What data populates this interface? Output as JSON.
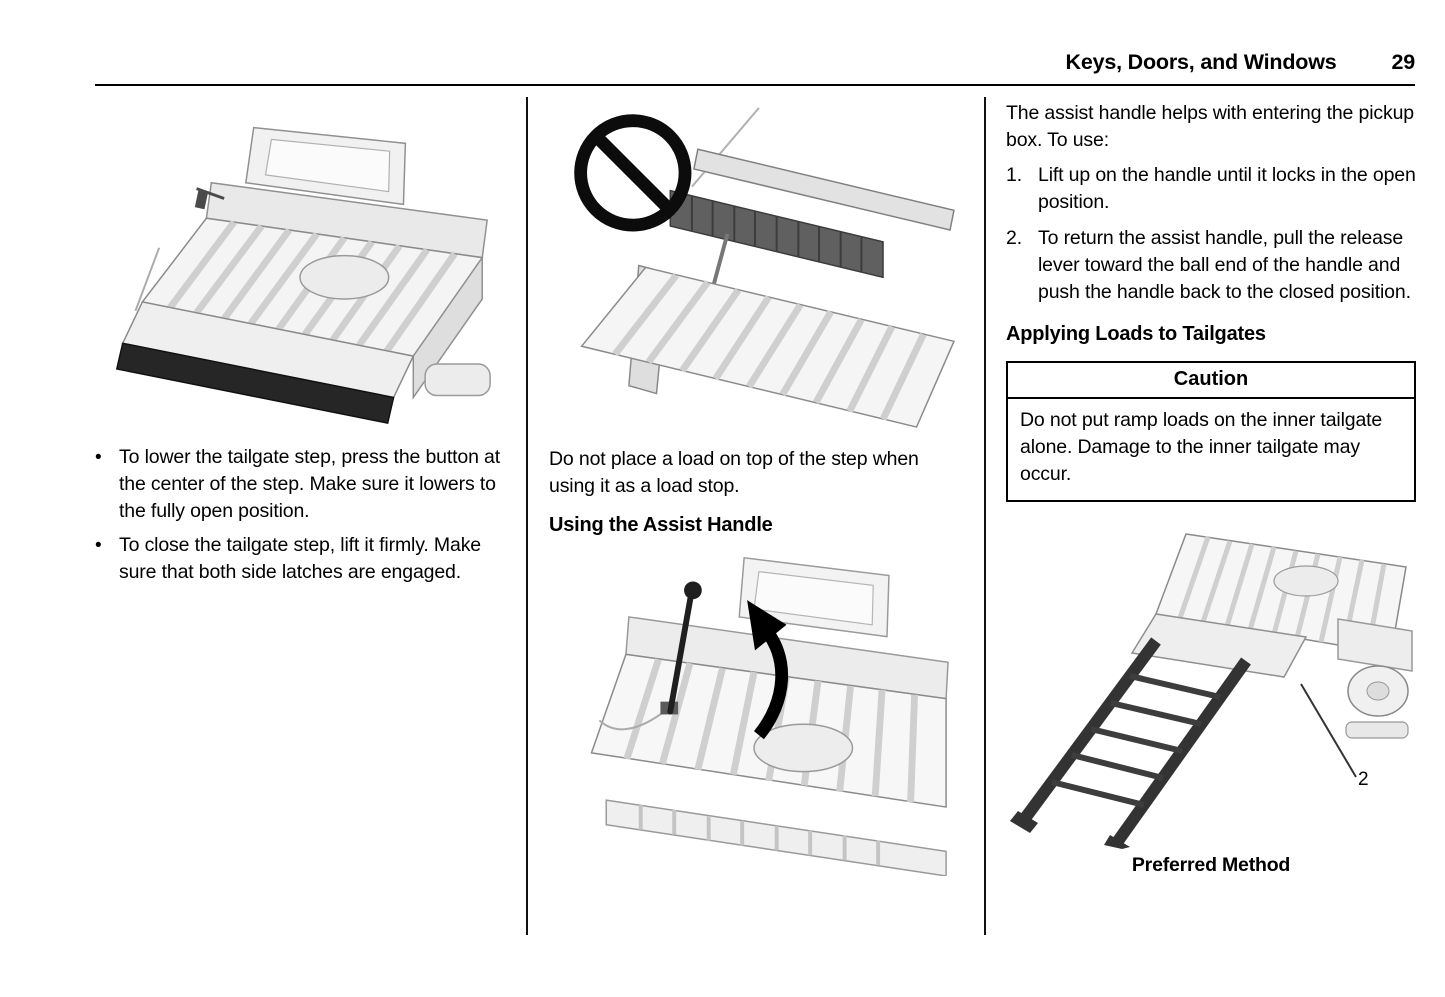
{
  "header": {
    "title": "Keys, Doors, and Windows",
    "page_number": "29"
  },
  "left_column": {
    "bullets": [
      {
        "marker": "•",
        "text": "To lower the tailgate step, press the button at the center of the step. Make sure it lowers to the fully open position."
      },
      {
        "marker": "•",
        "text": "To close the tailgate step, lift it firmly. Make sure that both side latches are engaged."
      }
    ]
  },
  "middle_column": {
    "caption": "Do not place a load on top of the step when using it as a load stop.",
    "heading": "Using the Assist Handle"
  },
  "right_column": {
    "intro": "The assist handle helps with entering the pickup box. To use:",
    "steps": [
      {
        "number": "1.",
        "text": "Lift up on the handle until it locks in the open position."
      },
      {
        "number": "2.",
        "text": "To return the assist handle, pull the release lever toward the ball end of the handle and push the handle back to the closed position."
      }
    ],
    "heading": "Applying Loads to Tailgates",
    "caution": {
      "title": "Caution",
      "body": "Do not put ramp loads on the inner tailgate alone. Damage to the inner tailgate may occur."
    },
    "ramp_callout": "2",
    "figure_caption": "Preferred Method"
  },
  "icons": {
    "no_symbol": "⊘"
  }
}
